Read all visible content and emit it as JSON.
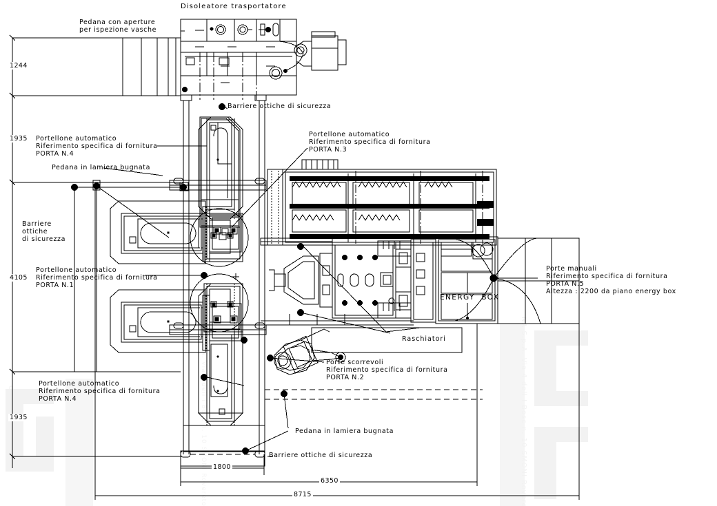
{
  "drawing": {
    "title": "Disoleatore trasportatore",
    "energy_box": "ENERGY  BOX"
  },
  "labels": {
    "pedana_aperture": "Pedana con aperture\nper ispezione vasche",
    "barriere_top": "Barriere ottiche di sicurezza",
    "portellone_n4_top": "Portellone automatico\nRiferimento specifica di fornitura\nPORTA N.4",
    "portellone_n3": "Portellone automatico\nRiferimento specifica di fornitura\nPORTA N.3",
    "pedana_bugnata_top": "Pedana in lamiera bugnata",
    "barriere_left": "Barriere\nottiche\ndi sicurezza",
    "portellone_n1": "Portellone automatico\nRiferimento specifica di fornitura\nPORTA N.1",
    "porte_manuali_n5": "Porte manuali\nRiferimento specifica di fornitura\nPORTA N.5\nAltezza : 2200 da piano energy box",
    "raschiatori": "Raschiatori",
    "porte_scorrevoli_n2": "Porte scorrevoli\nRiferimento specifica di fornitura\nPORTA N.2",
    "portellone_n4_bottom": "Portellone automatico\nRiferimento specifica di fornitura\nPORTA N.4",
    "pedana_bugnata_bottom": "Pedana in lamiera bugnata",
    "barriere_bottom": "Barriere ottiche di sicurezza"
  },
  "dimensions": {
    "left": [
      "1244",
      "1935",
      "4105",
      "1935"
    ],
    "bottom": [
      "1800",
      "6350",
      "8715"
    ]
  },
  "watermark": {
    "side_text": "NA S.p.A. Via 4 dell I Bosc n. 10 SMONI Rovereto (T",
    "corner_text": "COMUNI"
  },
  "colors": {
    "line": "#000000",
    "background": "#ffffff",
    "watermark": "#f0f0f0"
  }
}
